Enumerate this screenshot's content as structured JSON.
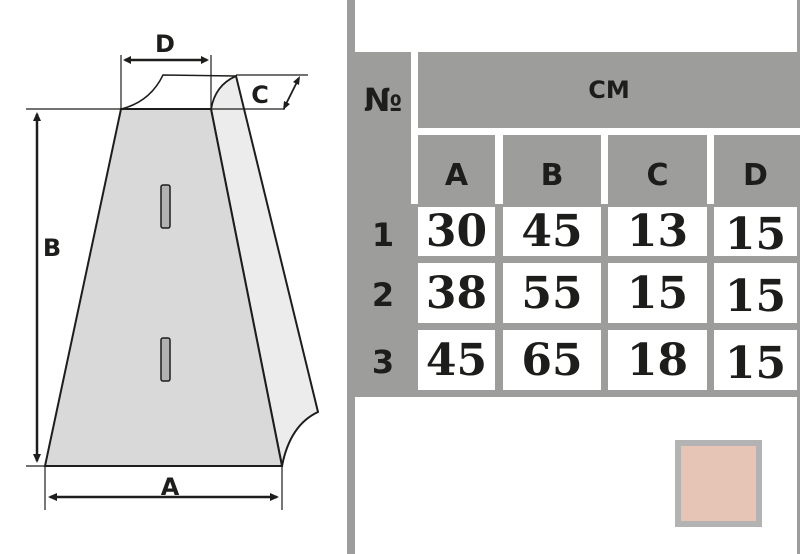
{
  "diagram": {
    "labels": {
      "a": "A",
      "b": "B",
      "c": "C",
      "d": "D"
    }
  },
  "table": {
    "number_header": "№",
    "unit_header": "СМ",
    "columns": [
      "A",
      "B",
      "C",
      "D"
    ],
    "rows": [
      {
        "n": "1",
        "values": [
          "30",
          "45",
          "13",
          "15"
        ]
      },
      {
        "n": "2",
        "values": [
          "38",
          "55",
          "15",
          "15"
        ]
      },
      {
        "n": "3",
        "values": [
          "45",
          "65",
          "18",
          "15"
        ]
      }
    ]
  },
  "color_swatch": {
    "color": "#e6c5b6"
  }
}
